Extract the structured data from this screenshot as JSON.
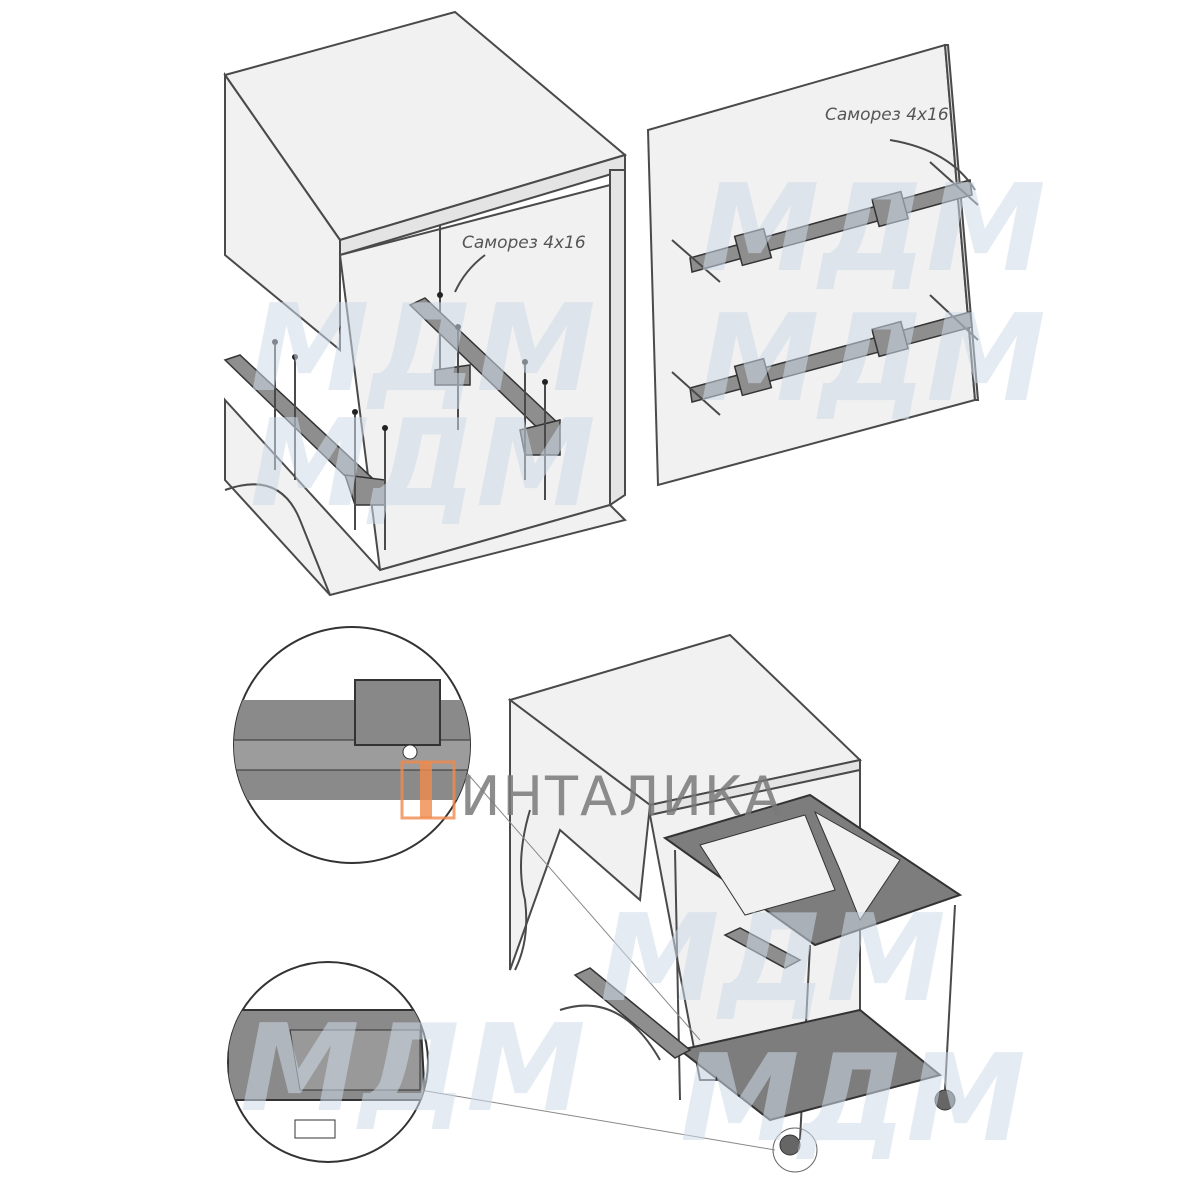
{
  "labels": {
    "screw_cabinet": "Саморез 4x16",
    "screw_door": "Саморез 4x16"
  },
  "watermark": {
    "text": "МДМ"
  },
  "logo": {
    "text": "ИНТАЛИКА"
  },
  "colors": {
    "logo_accent": "#f08a4b",
    "watermark": "#cfdbe8"
  }
}
